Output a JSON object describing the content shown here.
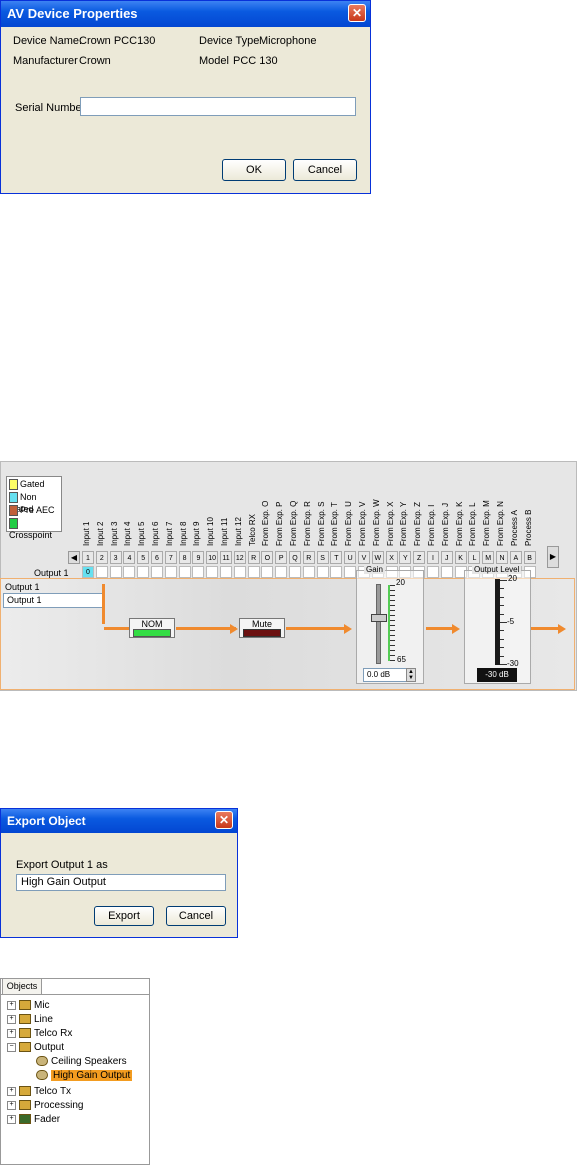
{
  "av_dialog": {
    "title": "AV Device Properties",
    "close": "✕",
    "device_name_label": "Device Name:",
    "device_name_value": "Crown PCC130",
    "device_type_label": "Device Type",
    "device_type_value": "Microphone",
    "manufacturer_label": "Manufacturer",
    "manufacturer_value": "Crown",
    "model_label": "Model",
    "model_value": "PCC 130",
    "serial_label": "Serial Number",
    "serial_value": "",
    "ok_label": "OK",
    "cancel_label": "Cancel"
  },
  "matrix": {
    "legend": [
      "Gated",
      "Non Gated",
      "Pre AEC",
      "Crosspoint"
    ],
    "legend_colors": [
      "#ffff66",
      "#66e0f0",
      "#c0603a",
      "#22cc44"
    ],
    "columns": [
      "Input 1",
      "Input 2",
      "Input 3",
      "Input 4",
      "Input 5",
      "Input 6",
      "Input 7",
      "Input 8",
      "Input 9",
      "Input 10",
      "Input 11",
      "Input 12",
      "Telco RX",
      "From Exp. O",
      "From Exp. P",
      "From Exp. Q",
      "From Exp. R",
      "From Exp. S",
      "From Exp. T",
      "From Exp. U",
      "From Exp. V",
      "From Exp. W",
      "From Exp. X",
      "From Exp. Y",
      "From Exp. Z",
      "From Exp. I",
      "From Exp. J",
      "From Exp. K",
      "From Exp. L",
      "From Exp. M",
      "From Exp. N",
      "Process A",
      "Process B"
    ],
    "cells": [
      "1",
      "2",
      "3",
      "4",
      "5",
      "6",
      "7",
      "8",
      "9",
      "10",
      "11",
      "12",
      "R",
      "O",
      "P",
      "Q",
      "R",
      "S",
      "T",
      "U",
      "V",
      "W",
      "X",
      "Y",
      "Z",
      "I",
      "J",
      "K",
      "L",
      "M",
      "N",
      "A",
      "B"
    ],
    "row_label": "Output 1",
    "row_value": "0",
    "output_title": "Output 1",
    "output_name": "Output 1",
    "nom_label": "NOM",
    "mute_label": "Mute",
    "gain_title": "Gain",
    "gain_top": "20",
    "gain_bottom": "65",
    "gain_value": "0.0 dB",
    "level_title": "Output Level",
    "level_top": "20",
    "level_mid": "-5",
    "level_bottom": "-30",
    "level_value": "-30 dB"
  },
  "export_dialog": {
    "title": "Export Object",
    "close": "✕",
    "prompt": "Export Output 1 as",
    "value": "High Gain Output",
    "export_label": "Export",
    "cancel_label": "Cancel"
  },
  "tree": {
    "tab": "Objects",
    "items": [
      {
        "label": "Mic",
        "expand": "+"
      },
      {
        "label": "Line",
        "expand": "+"
      },
      {
        "label": "Telco Rx",
        "expand": "+"
      },
      {
        "label": "Output",
        "expand": "−"
      },
      {
        "label": "Ceiling Speakers"
      },
      {
        "label": "High Gain Output"
      },
      {
        "label": "Telco Tx",
        "expand": "+"
      },
      {
        "label": "Processing",
        "expand": "+"
      },
      {
        "label": "Fader",
        "expand": "+"
      }
    ]
  }
}
